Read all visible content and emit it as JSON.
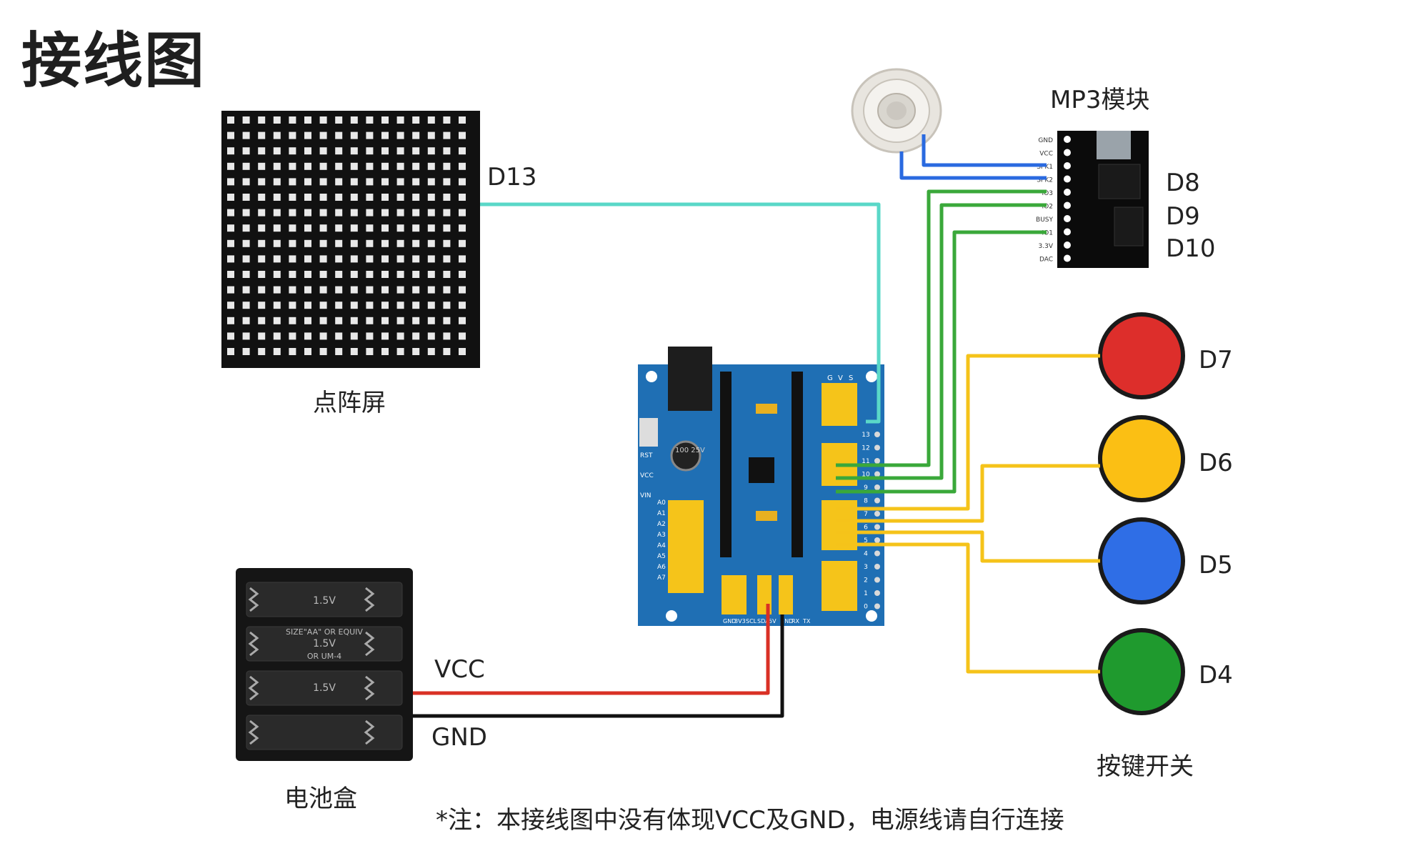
{
  "title": "接线图",
  "components": {
    "matrix": {
      "caption": "点阵屏",
      "pin": "D13"
    },
    "mp3": {
      "caption": "MP3模块",
      "pins": [
        "GND",
        "VCC",
        "SPK1",
        "SPK2",
        "IO3",
        "IO2",
        "BUSY",
        "IO1",
        "3.3V",
        "DAC"
      ],
      "labels": [
        "D8",
        "D9",
        "D10"
      ]
    },
    "battery": {
      "caption": "电池盒",
      "vcc": "VCC",
      "gnd": "GND",
      "cell_size": "SIZE\"AA\" OR EQUIV",
      "cell_voltage": "1.5V",
      "cell_model": "OR UM-4"
    },
    "buttons": {
      "caption": "按键开关",
      "items": [
        {
          "label": "D7",
          "color": "#dd2e2b"
        },
        {
          "label": "D6",
          "color": "#fbbf14"
        },
        {
          "label": "D5",
          "color": "#2f6ee6"
        },
        {
          "label": "D4",
          "color": "#1f9a2e"
        }
      ]
    },
    "board": {
      "capacitor": "100 25V",
      "left_labels": [
        "RST",
        "VCC",
        "VIN"
      ],
      "analog": [
        "A0",
        "A1",
        "A2",
        "A3",
        "A4",
        "A5",
        "A6",
        "A7"
      ],
      "bottom_labels": [
        "GND",
        "3V3",
        "SCL",
        "SDA",
        "5V",
        "GND",
        "RX",
        "TX"
      ],
      "digital": [
        "13",
        "12",
        "11",
        "10",
        "9",
        "8",
        "7",
        "6",
        "5",
        "4",
        "3",
        "2",
        "1",
        "0"
      ],
      "header_cols": [
        "G",
        "V",
        "S"
      ]
    }
  },
  "wire_colors": {
    "signal_matrix": "#5ad8c8",
    "signal_mp3": "#3aa83a",
    "speaker": "#2a6ae0",
    "buttons": "#f5c31a",
    "vcc": "#d93025",
    "gnd": "#111111"
  },
  "note": "*注：本接线图中没有体现VCC及GND，电源线请自行连接"
}
